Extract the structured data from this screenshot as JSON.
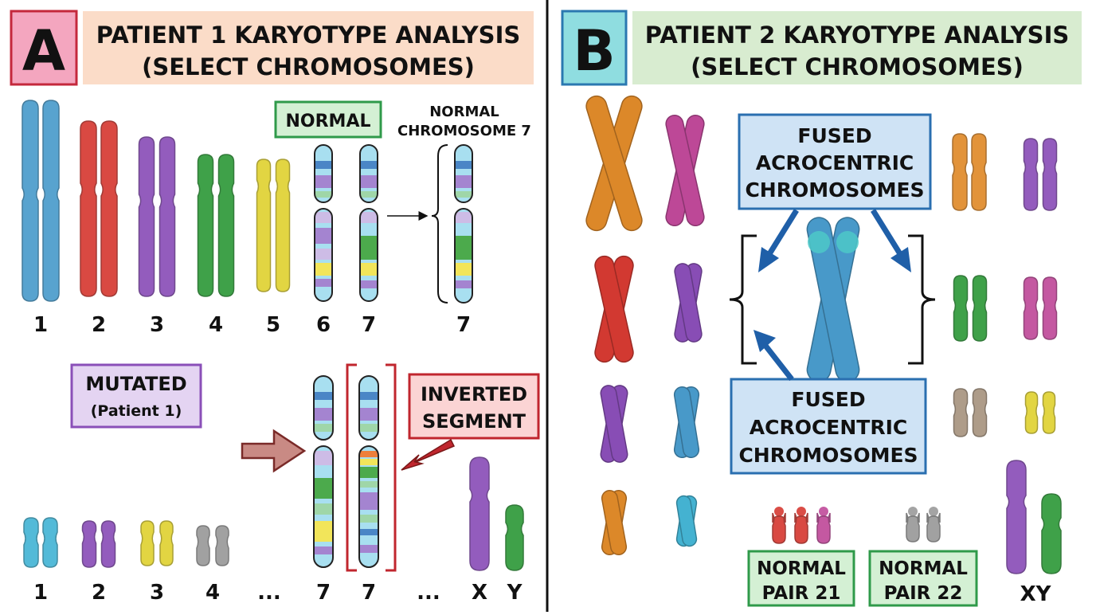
{
  "panel_a": {
    "letter": "A",
    "title_line1": "PATIENT 1 KARYOTYPE ANALYSIS",
    "title_line2": "(SELECT CHROMOSOMES)",
    "normal_label": "NORMAL",
    "normal_chr7_line1": "NORMAL",
    "normal_chr7_line2": "CHROMOSOME 7",
    "mutated_line1": "MUTATED",
    "mutated_line2": "(Patient 1)",
    "inverted_line1": "INVERTED",
    "inverted_line2": "SEGMENT",
    "top_numbers": [
      "1",
      "2",
      "3",
      "4",
      "5",
      "6",
      "7",
      "7"
    ],
    "bottom_numbers": [
      "1",
      "2",
      "3",
      "4",
      "...",
      "7",
      "7",
      "...",
      "X",
      "Y"
    ]
  },
  "panel_b": {
    "letter": "B",
    "title_line1": "PATIENT 2 KARYOTYPE ANALYSIS",
    "title_line2": "(SELECT CHROMOSOMES)",
    "fused_top": [
      "FUSED",
      "ACROCENTRIC",
      "CHROMOSOMES"
    ],
    "fused_bottom": [
      "FUSED",
      "ACROCENTRIC",
      "CHROMOSOMES"
    ],
    "pair21": [
      "NORMAL",
      "PAIR 21"
    ],
    "pair22": [
      "NORMAL",
      "PAIR 22"
    ],
    "xy_label": "XY"
  },
  "colors": {
    "blue": "#4a9ccc",
    "red": "#d63a32",
    "purple": "#8a4fb8",
    "green": "#2f9a3a",
    "yellow": "#e0d232",
    "orange": "#e08a2a",
    "magenta": "#c04a9a",
    "gray": "#9a9a9a",
    "tan": "#a89480",
    "cyan": "#45b5d5",
    "band_base": "#a8dff0",
    "band_purple": "#a484d0",
    "band_lav": "#cdbce6",
    "band_green": "#4caa4c",
    "band_lgreen": "#9fd6a8",
    "band_yellow": "#f2e55a",
    "band_blue": "#4a86c6",
    "band_orange": "#ee7f3a"
  }
}
